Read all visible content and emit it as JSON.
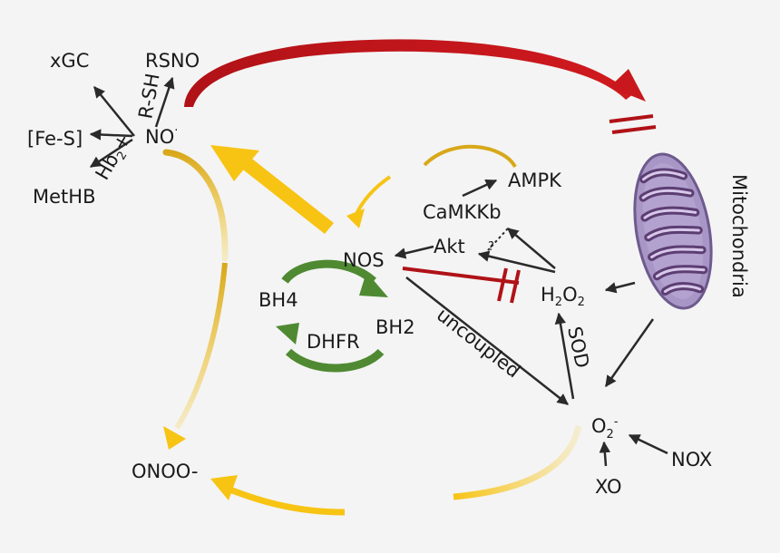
{
  "nodes": {
    "xgc": "xGC",
    "rsno": "RSNO",
    "fes": "[Fe-S]",
    "no": "NO",
    "no_sup": "·",
    "methb": "MetHB",
    "nos": "NOS",
    "camkkb": "CaMKKb",
    "ampk": "AMPK",
    "akt": "Akt",
    "h2o2_h": "H",
    "h2o2_sub": "2",
    "h2o2_o": "O",
    "h2o2_sub2": "2",
    "bh4": "BH4",
    "bh2": "BH2",
    "dhfr": "DHFR",
    "o2": "O",
    "o2_sub": "2",
    "o2_sup": "-",
    "onoo": "ONOO-",
    "nox": "NOX",
    "xo": "XO",
    "mitochondria": "Mitochondria"
  },
  "edge_labels": {
    "rsh": "R-SH",
    "hb": "Hb",
    "hb_sub": "2",
    "hb_plus": "+",
    "uncoupled": "uncoupled",
    "sod": "SOD",
    "question": "?"
  },
  "colors": {
    "arrow": "#2a2a2a",
    "inhibit": "#b01217",
    "gold": "#d8a81a",
    "yellow": "#f7c414",
    "green": "#4f8a32",
    "mito_outer": "#a796c6",
    "mito_inner": "#5c3e73"
  }
}
